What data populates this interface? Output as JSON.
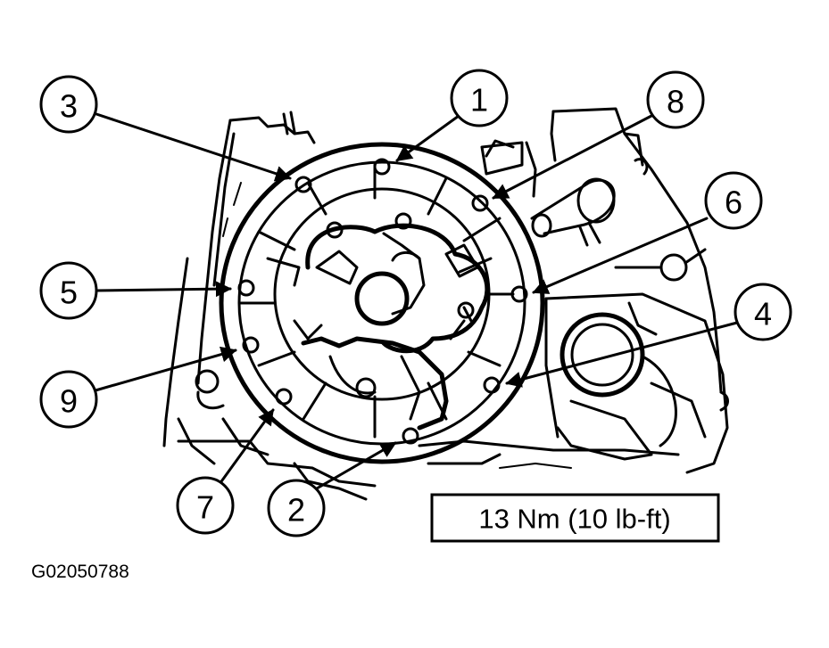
{
  "callouts": [
    {
      "label": "1"
    },
    {
      "label": "2"
    },
    {
      "label": "3"
    },
    {
      "label": "4"
    },
    {
      "label": "5"
    },
    {
      "label": "6"
    },
    {
      "label": "7"
    },
    {
      "label": "8"
    },
    {
      "label": "9"
    }
  ],
  "torque_spec": "13 Nm (10 lb-ft)",
  "figure_id": "G02050788"
}
